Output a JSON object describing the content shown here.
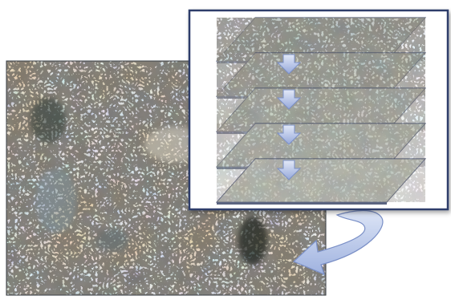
{
  "figure": {
    "colors": {
      "background": "#ffffff",
      "rock_base": "#b9b9a6",
      "rock_blue": "#8fa1ad",
      "rock_rust": "#c08a4a",
      "rock_dark": "#2a2b28",
      "inset_border": "#2f3d6b",
      "arrow_fill": "#b8c6e6",
      "arrow_stroke": "#7a8fc6",
      "panel_edge": "#3a4460"
    },
    "rock_photo": {
      "icon": "rock-texture-photo"
    },
    "inset": {
      "icon": "layer-stack-panel",
      "layer_count": 5
    },
    "down_arrows": {
      "icon": "down-arrow-icon",
      "count": 4
    },
    "connector": {
      "icon": "curved-arrow-icon"
    }
  }
}
